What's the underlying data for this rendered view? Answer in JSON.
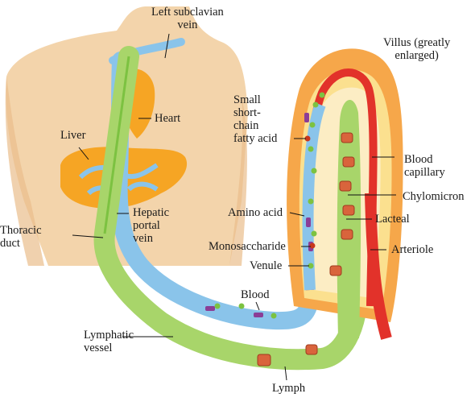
{
  "labels": {
    "left_subclavian_vein": "Left subclavian\nvein",
    "villus": "Villus (greatly\nenlarged)",
    "heart": "Heart",
    "liver": "Liver",
    "small_short_chain_fatty_acid": "Small\nshort-\nchain\nfatty acid",
    "blood_capillary": "Blood\ncapillary",
    "chylomicron": "Chylomicron",
    "hepatic_portal_vein": "Hepatic\nportal\nvein",
    "thoracic_duct": "Thoracic\nduct",
    "amino_acid": "Amino acid",
    "lacteal": "Lacteal",
    "monosaccharide": "Monosaccharide",
    "arteriole": "Arteriole",
    "venule": "Venule",
    "blood": "Blood",
    "lymphatic_vessel": "Lymphatic\nvessel",
    "lymph": "Lymph"
  },
  "colors": {
    "skin": "#f3d4ab",
    "skin_shadow": "#e9bd8c",
    "liver": "#f6a524",
    "vein_blue": "#8ac4ea",
    "lymph_green": "#a8d56a",
    "artery_red": "#e2322a",
    "villus_orange": "#f6a74a",
    "villus_yellow": "#fbe08f",
    "villus_inner": "#fcedc4",
    "chylo": "#d9643c",
    "purple": "#8b3d96",
    "green_dot": "#7cc241",
    "red_dot": "#c8371c",
    "leader": "#111111"
  }
}
